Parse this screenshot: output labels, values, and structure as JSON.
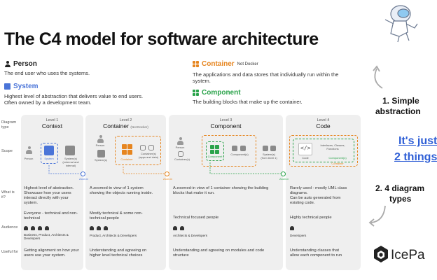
{
  "title": "The C4 model for software architecture",
  "definitions": {
    "person": {
      "label": "Person",
      "desc": "The end user who uses the systems."
    },
    "system": {
      "label": "System",
      "desc1": "Highest level of abstraction that delivers value to end users.",
      "desc2": "Often owned by a development team."
    },
    "container": {
      "label": "Container",
      "note": "Not Docker",
      "desc1": "The applications and data stores that individually run within the",
      "desc2": "system."
    },
    "component": {
      "label": "Component",
      "desc": "The building blocks that make up the container."
    }
  },
  "row_labels": {
    "diagram_type": "Diagram type",
    "scope": "Scope",
    "what_is_it": "What is it?",
    "audience": "Audience",
    "useful_for": "Useful for"
  },
  "levels": [
    {
      "level": "Level 1",
      "name": "Context",
      "note": "",
      "scope_labels": [
        "Person",
        "System",
        "System(s)"
      ],
      "scope_sub": "(external and internal)",
      "what1": "Highest level of abstraction.",
      "what2": "Showcase how your users",
      "what3": "interact directly with your",
      "what4": "system.",
      "aud1": "Everyone - technical and non-",
      "aud2": "technical",
      "aud_icons": "Business, Product, Architects &",
      "aud_icons2": "Developers",
      "useful1": "Getting alignment on how your",
      "useful2": "users use your system."
    },
    {
      "level": "Level 2",
      "name": "Container",
      "note": "(Not Docker)",
      "scope_labels": [
        "Person",
        "System(s)",
        "Container",
        "Container(s)"
      ],
      "scope_sub": "(apps and data)",
      "what1": "A zoomed-in view of 1 system",
      "what2": "showing the objects running inside.",
      "what3": "",
      "what4": "",
      "aud1": "Mostly technical & some non-",
      "aud2": "technical people",
      "aud_icons": "Product, Architects & Developers",
      "aud_icons2": "",
      "useful1": "Understanding and agreeing on",
      "useful2": "higher level technical choices"
    },
    {
      "level": "Level 3",
      "name": "Component",
      "note": "",
      "scope_labels": [
        "Person",
        "Container(s)",
        "Component",
        "System(s)",
        "Component(s)"
      ],
      "scope_sub": "(from level 1)",
      "what1": "A zoomed-in view of 1 container showing the building",
      "what2": "blocks that make it run.",
      "what3": "",
      "what4": "",
      "aud1": "Technical focused people",
      "aud2": "",
      "aud_icons": "Architects & Developers",
      "aud_icons2": "",
      "useful1": "Understanding and agreeing on modules and code",
      "useful2": "structure"
    },
    {
      "level": "Level 4",
      "name": "Code",
      "note": "",
      "scope_labels": [
        "Code",
        "Component(s)",
        "Container"
      ],
      "scope_sub": "Interfaces, Classes, Functions",
      "what1": "Rarely used - mostly UML class",
      "what2": "diagrams.",
      "what3": "Can be auto generated from",
      "what4": "existing code.",
      "aud1": "Highly technical people",
      "aud2": "",
      "aud_icons": "Developers",
      "aud_icons2": "",
      "useful1": "Understanding classes that",
      "useful2": "allow each component to run"
    }
  ],
  "zoom_label": "Zoom-in",
  "sidebar": {
    "point1a": "1. Simple",
    "point1b": "abstraction",
    "link1": "It's just",
    "link2": "2 things",
    "point2a": "2. 4 diagram",
    "point2b": "types"
  },
  "logo": {
    "text": "IcePa"
  },
  "colors": {
    "system_blue": "#4a74d8",
    "container_orange": "#e6851f",
    "component_green": "#2aa34a",
    "link_blue": "#2f5fd6"
  }
}
